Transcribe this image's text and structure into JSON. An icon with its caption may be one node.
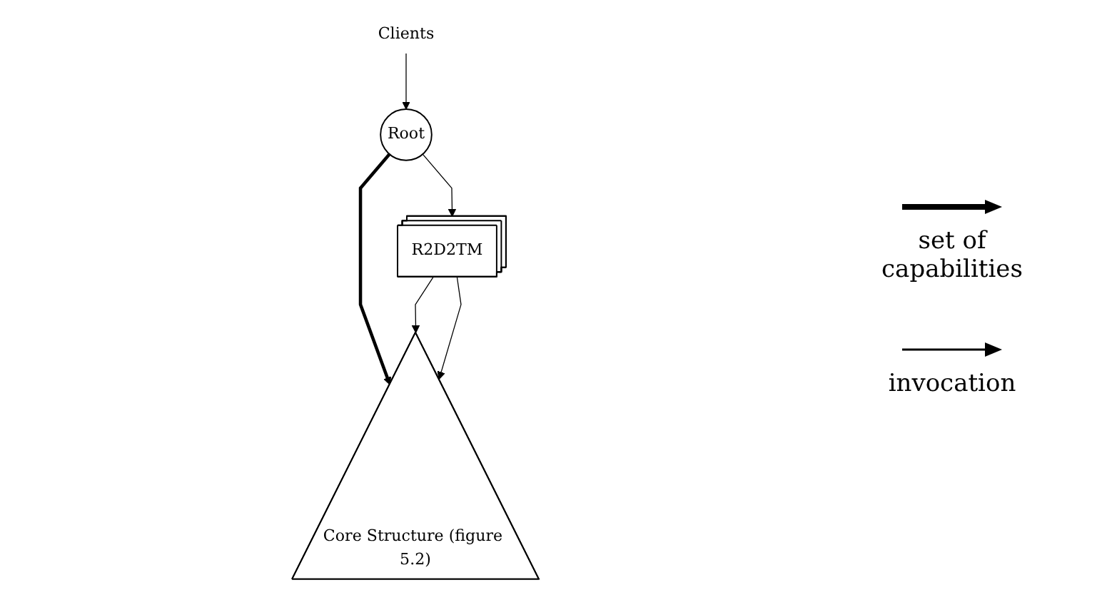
{
  "diagram": {
    "nodes": [
      {
        "text": [
          "Root"
        ]
      },
      {
        "text": [
          "Clients"
        ]
      },
      {
        "text": [
          "R2D2TM"
        ]
      },
      {
        "text": [
          "Core Structure (figure 5.2)"
        ]
      }
    ],
    "edges": [
      {
        "from": 1,
        "to": 0,
        "arrow": "to"
      },
      {
        "from": 0,
        "to": 2,
        "arrow": "to"
      },
      {
        "from": 0,
        "to": 3,
        "arrow": "to",
        "style": "thick"
      },
      {
        "from": 2,
        "to": 3,
        "arrow": "to"
      },
      {
        "from": 2,
        "to": 3,
        "arrow": "to"
      }
    ],
    "legend": [
      {
        "text": "set of capabilities"
      },
      {
        "text": "invocation"
      }
    ]
  }
}
